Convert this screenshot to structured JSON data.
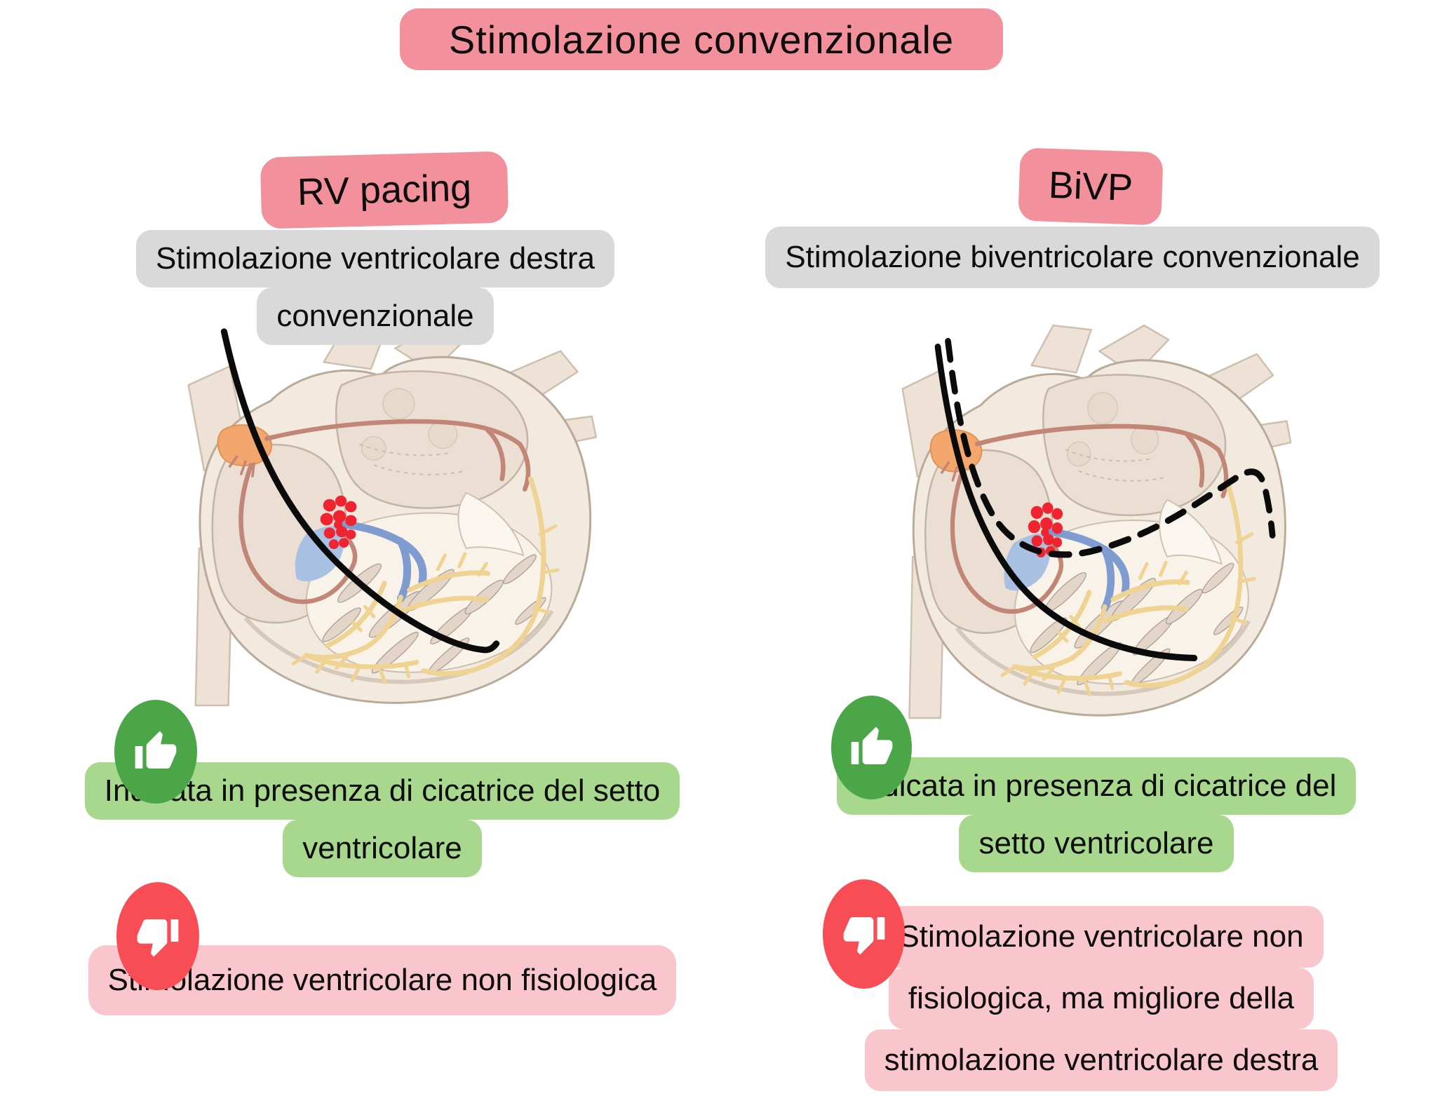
{
  "title": "Stimolazione convenzionale",
  "columns": {
    "left": {
      "header": "RV pacing",
      "subtitle_lines": [
        "Stimolazione ventricolare destra",
        "convenzionale"
      ],
      "pro_lines": [
        "Indicata in presenza di cicatrice del setto",
        "ventricolare"
      ],
      "con_lines": [
        "Stimolazione ventricolare non fisiologica"
      ]
    },
    "right": {
      "header": "BiVP",
      "subtitle_lines": [
        "Stimolazione biventricolare convenzionale"
      ],
      "pro_lines": [
        "Indicata in presenza di cicatrice del",
        "setto ventricolare"
      ],
      "con_lines": [
        "Stimolazione ventricolare non",
        "fisiologica, ma migliore della",
        "stimolazione ventricolare destra"
      ]
    }
  },
  "icons": {
    "pro": "thumbs-up-icon",
    "con": "thumbs-down-icon"
  },
  "illustration": {
    "left_heart": "four-chamber heart with solid RV pacing lead",
    "right_heart": "four-chamber heart with solid RV lead and dashed coronary-sinus LV lead"
  },
  "colors": {
    "header_pink": "#F2909B",
    "subtitle_gray": "#D9D9D9",
    "pro_green_box": "#A8D88E",
    "pro_green_icon": "#4BA648",
    "con_red_icon": "#F84D55",
    "con_pink_box": "#F9C6CE",
    "lead_black": "#0B0B0B"
  }
}
